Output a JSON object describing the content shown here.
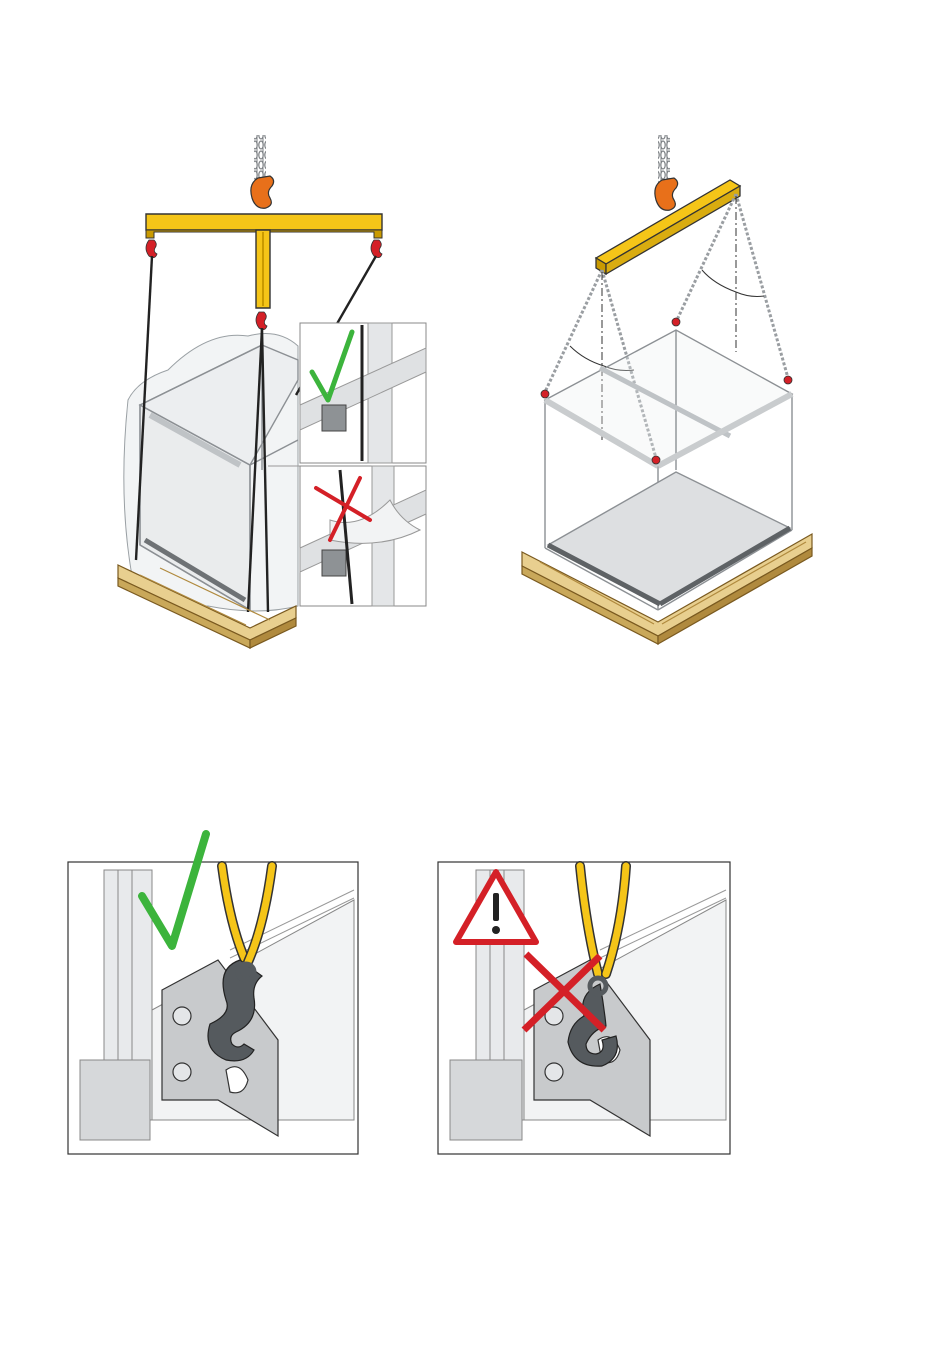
{
  "colors": {
    "yellow": "#f5c518",
    "yellow_dark": "#c99a00",
    "orange": "#e8701a",
    "red": "#d42027",
    "green": "#3cb43c",
    "frame": "#d4d6d8",
    "frame_dark": "#8c9094",
    "wood": "#e8cf8f",
    "wood_dark": "#b08a3e",
    "chain": "#9a9ea2",
    "hook_grey": "#555a5e",
    "plate": "#c8cacc"
  },
  "icons": {
    "correct": "check-mark-icon",
    "wrong": "cross-mark-icon",
    "warning": "warning-triangle-icon"
  },
  "figures": [
    {
      "id": "fig-t-beam-lift",
      "verdict": "correct-with-detail"
    },
    {
      "id": "fig-chain-bridle-lift",
      "verdict": "info"
    },
    {
      "id": "fig-hook-orientation-correct",
      "verdict": "correct"
    },
    {
      "id": "fig-hook-orientation-wrong",
      "verdict": "wrong"
    }
  ]
}
